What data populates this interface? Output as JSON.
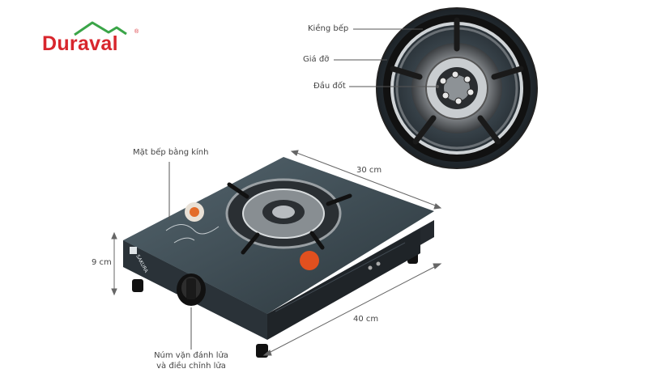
{
  "brand": {
    "logo_text": "Duraval",
    "logo_mark": "®"
  },
  "callouts": {
    "windshield": "Kiềng bếp",
    "pan_support": "Giá đỡ",
    "burner_head": "Đầu đốt",
    "glass_top": "Mặt bếp bằng kính",
    "height": "9 cm",
    "depth": "30 cm",
    "width": "40 cm",
    "knob_line1": "Núm vặn đánh lửa",
    "knob_line2": "và điều chỉnh lửa"
  },
  "product": {
    "brand_mark": "SAKURA"
  },
  "colors": {
    "logo_red": "#d8262d",
    "logo_green": "#3aa548",
    "glass": "#3c4a52",
    "body": "#1e2226"
  }
}
